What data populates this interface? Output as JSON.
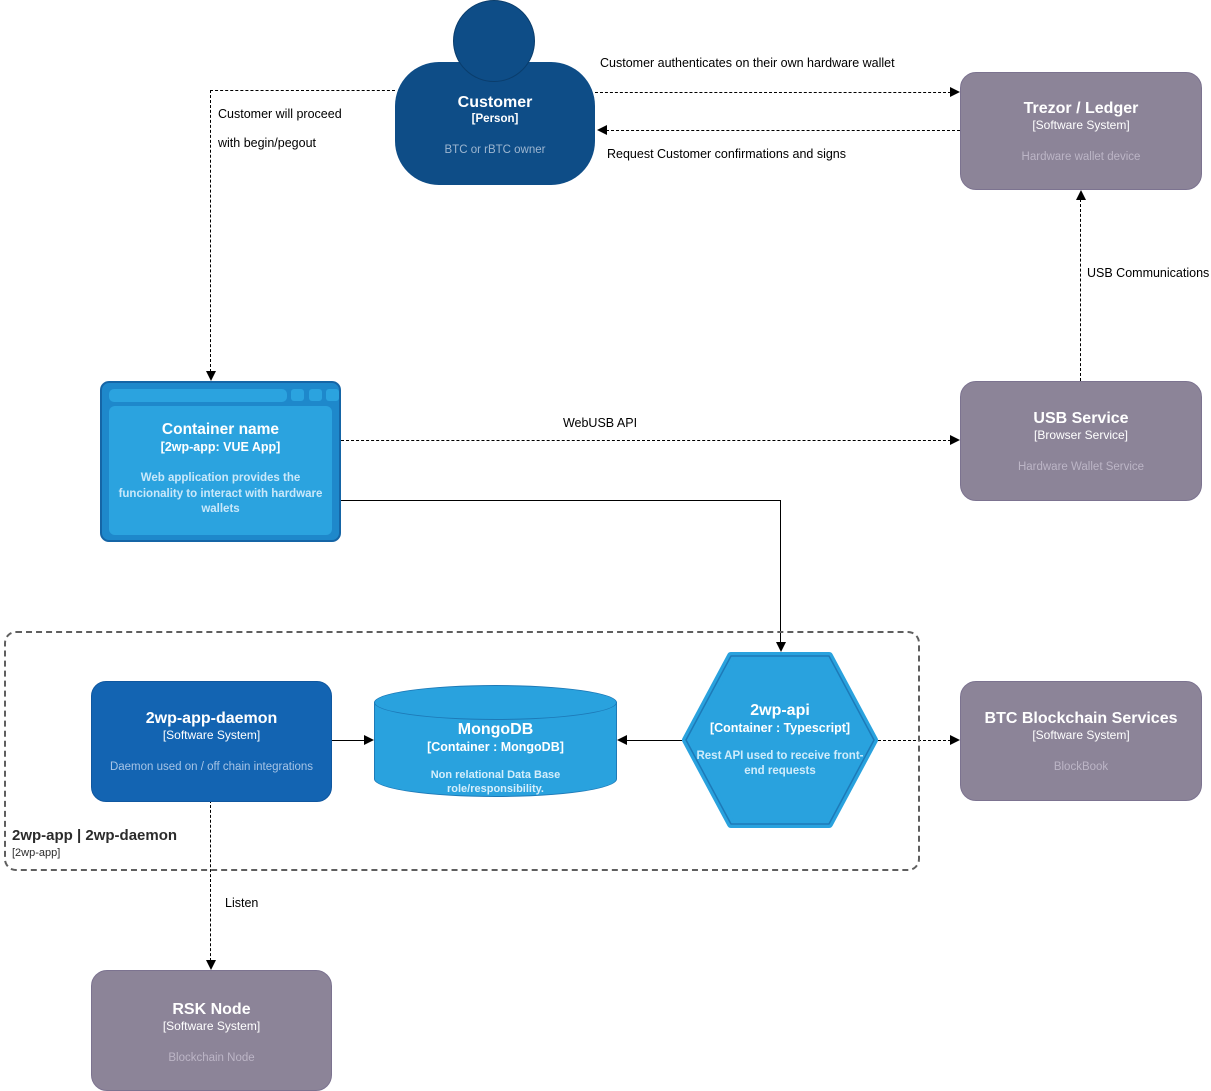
{
  "diagram": {
    "nodes": {
      "customer": {
        "title": "Customer",
        "type": "[Person]",
        "desc": "BTC or rBTC owner"
      },
      "trezor": {
        "title": "Trezor / Ledger",
        "type": "[Software System]",
        "desc": "Hardware wallet device"
      },
      "webapp": {
        "title": "Container name",
        "type": "[2wp-app: VUE App]",
        "desc": "Web application provides the funcionality to interact with hardware wallets"
      },
      "usb_service": {
        "title": "USB Service",
        "type": "[Browser Service]",
        "desc": "Hardware Wallet Service"
      },
      "daemon": {
        "title": "2wp-app-daemon",
        "type": "[Software System]",
        "desc": "Daemon used on / off chain integrations"
      },
      "mongodb": {
        "title": "MongoDB",
        "type": "[Container : MongoDB]",
        "desc": "Non relational Data Base role/responsibility."
      },
      "api": {
        "title": "2wp-api",
        "type": "[Container : Typescript]",
        "desc": "Rest API used to receive front-end requests"
      },
      "btc": {
        "title": "BTC Blockchain Services",
        "type": "[Software System]",
        "desc": "BlockBook"
      },
      "rsk": {
        "title": "RSK Node",
        "type": "[Software System]",
        "desc": "Blockchain Node"
      }
    },
    "boundary": {
      "title": "2wp-app | 2wp-daemon",
      "subtitle": "[2wp-app]"
    },
    "edges": {
      "authenticate": "Customer authenticates on their own hardware wallet",
      "request_sign": "Request Customer confirmations and signs",
      "proceed_line1": "Customer will proceed",
      "proceed_line2": "with begin/pegout",
      "webusb": "WebUSB API",
      "usb_comm": "USB Communications",
      "listen": "Listen"
    },
    "colors": {
      "person": "#0e4d87",
      "external_system": "#8c8498",
      "container_light": "#29a2de",
      "container_dark": "#1364b2",
      "browser_frame": "#1e88cb"
    }
  }
}
